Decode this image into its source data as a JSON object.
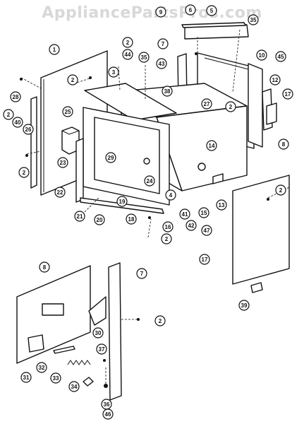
{
  "watermark": "AppliancePartsPros.com",
  "callouts": [
    {
      "id": "c1",
      "label": "1"
    },
    {
      "id": "c2a",
      "label": "2"
    },
    {
      "id": "c28",
      "label": "28"
    },
    {
      "id": "c2b",
      "label": "2"
    },
    {
      "id": "c40",
      "label": "40"
    },
    {
      "id": "c26",
      "label": "26"
    },
    {
      "id": "c2c",
      "label": "2"
    },
    {
      "id": "c25",
      "label": "25"
    },
    {
      "id": "c3",
      "label": "3"
    },
    {
      "id": "c2d",
      "label": "2"
    },
    {
      "id": "c44",
      "label": "44"
    },
    {
      "id": "c35a",
      "label": "35"
    },
    {
      "id": "c43",
      "label": "43"
    },
    {
      "id": "c38",
      "label": "38"
    },
    {
      "id": "c9",
      "label": "9"
    },
    {
      "id": "c7a",
      "label": "7"
    },
    {
      "id": "c6",
      "label": "6"
    },
    {
      "id": "c5",
      "label": "5"
    },
    {
      "id": "c35b",
      "label": "35"
    },
    {
      "id": "c10",
      "label": "10"
    },
    {
      "id": "c45",
      "label": "45"
    },
    {
      "id": "c12",
      "label": "12"
    },
    {
      "id": "c17a",
      "label": "17"
    },
    {
      "id": "c27",
      "label": "27"
    },
    {
      "id": "c2e",
      "label": "2"
    },
    {
      "id": "c8a",
      "label": "8"
    },
    {
      "id": "c29",
      "label": "29"
    },
    {
      "id": "c23",
      "label": "23"
    },
    {
      "id": "c14",
      "label": "14"
    },
    {
      "id": "c24",
      "label": "24"
    },
    {
      "id": "c22",
      "label": "22"
    },
    {
      "id": "c19",
      "label": "19"
    },
    {
      "id": "c21",
      "label": "21"
    },
    {
      "id": "c20",
      "label": "20"
    },
    {
      "id": "c18",
      "label": "18"
    },
    {
      "id": "c4",
      "label": "4"
    },
    {
      "id": "c41",
      "label": "41"
    },
    {
      "id": "c42",
      "label": "42"
    },
    {
      "id": "c15",
      "label": "15"
    },
    {
      "id": "c47",
      "label": "47"
    },
    {
      "id": "c13",
      "label": "13"
    },
    {
      "id": "c16",
      "label": "16"
    },
    {
      "id": "c2f",
      "label": "2"
    },
    {
      "id": "c2g",
      "label": "2"
    },
    {
      "id": "c17b",
      "label": "17"
    },
    {
      "id": "c39",
      "label": "39"
    },
    {
      "id": "c8b",
      "label": "8"
    },
    {
      "id": "c7b",
      "label": "7"
    },
    {
      "id": "c2h",
      "label": "2"
    },
    {
      "id": "c30",
      "label": "30"
    },
    {
      "id": "c37",
      "label": "37"
    },
    {
      "id": "c31",
      "label": "31"
    },
    {
      "id": "c32",
      "label": "32"
    },
    {
      "id": "c33",
      "label": "33"
    },
    {
      "id": "c34",
      "label": "34"
    },
    {
      "id": "c36",
      "label": "36"
    },
    {
      "id": "c46",
      "label": "46"
    }
  ]
}
